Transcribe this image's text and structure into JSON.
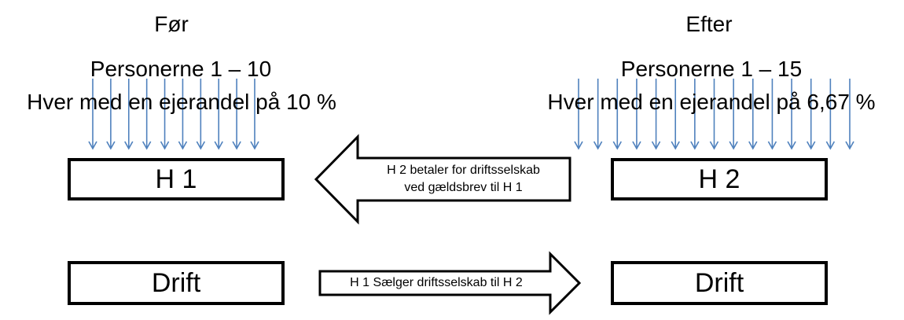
{
  "before": {
    "heading": "Før",
    "persons": "Personerne  1 – 10",
    "share": "Hver med en ejerandel på 10 %",
    "holding_label": "H 1",
    "operating_label": "Drift",
    "arrow_count": 10
  },
  "after": {
    "heading": "Efter",
    "persons": "Personerne  1 – 15",
    "share": "Hver med en ejerandel på 6,67 %",
    "holding_label": "H 2",
    "operating_label": "Drift",
    "arrow_count": 15
  },
  "arrows": {
    "payment_line1": "H 2 betaler for driftsselskab",
    "payment_line2": "ved gældsbrev til H 1",
    "sale_label": "H 1 Sælger driftsselskab til H 2"
  },
  "colors": {
    "ownership_arrow": "#4F81BD",
    "outline": "#000000"
  }
}
